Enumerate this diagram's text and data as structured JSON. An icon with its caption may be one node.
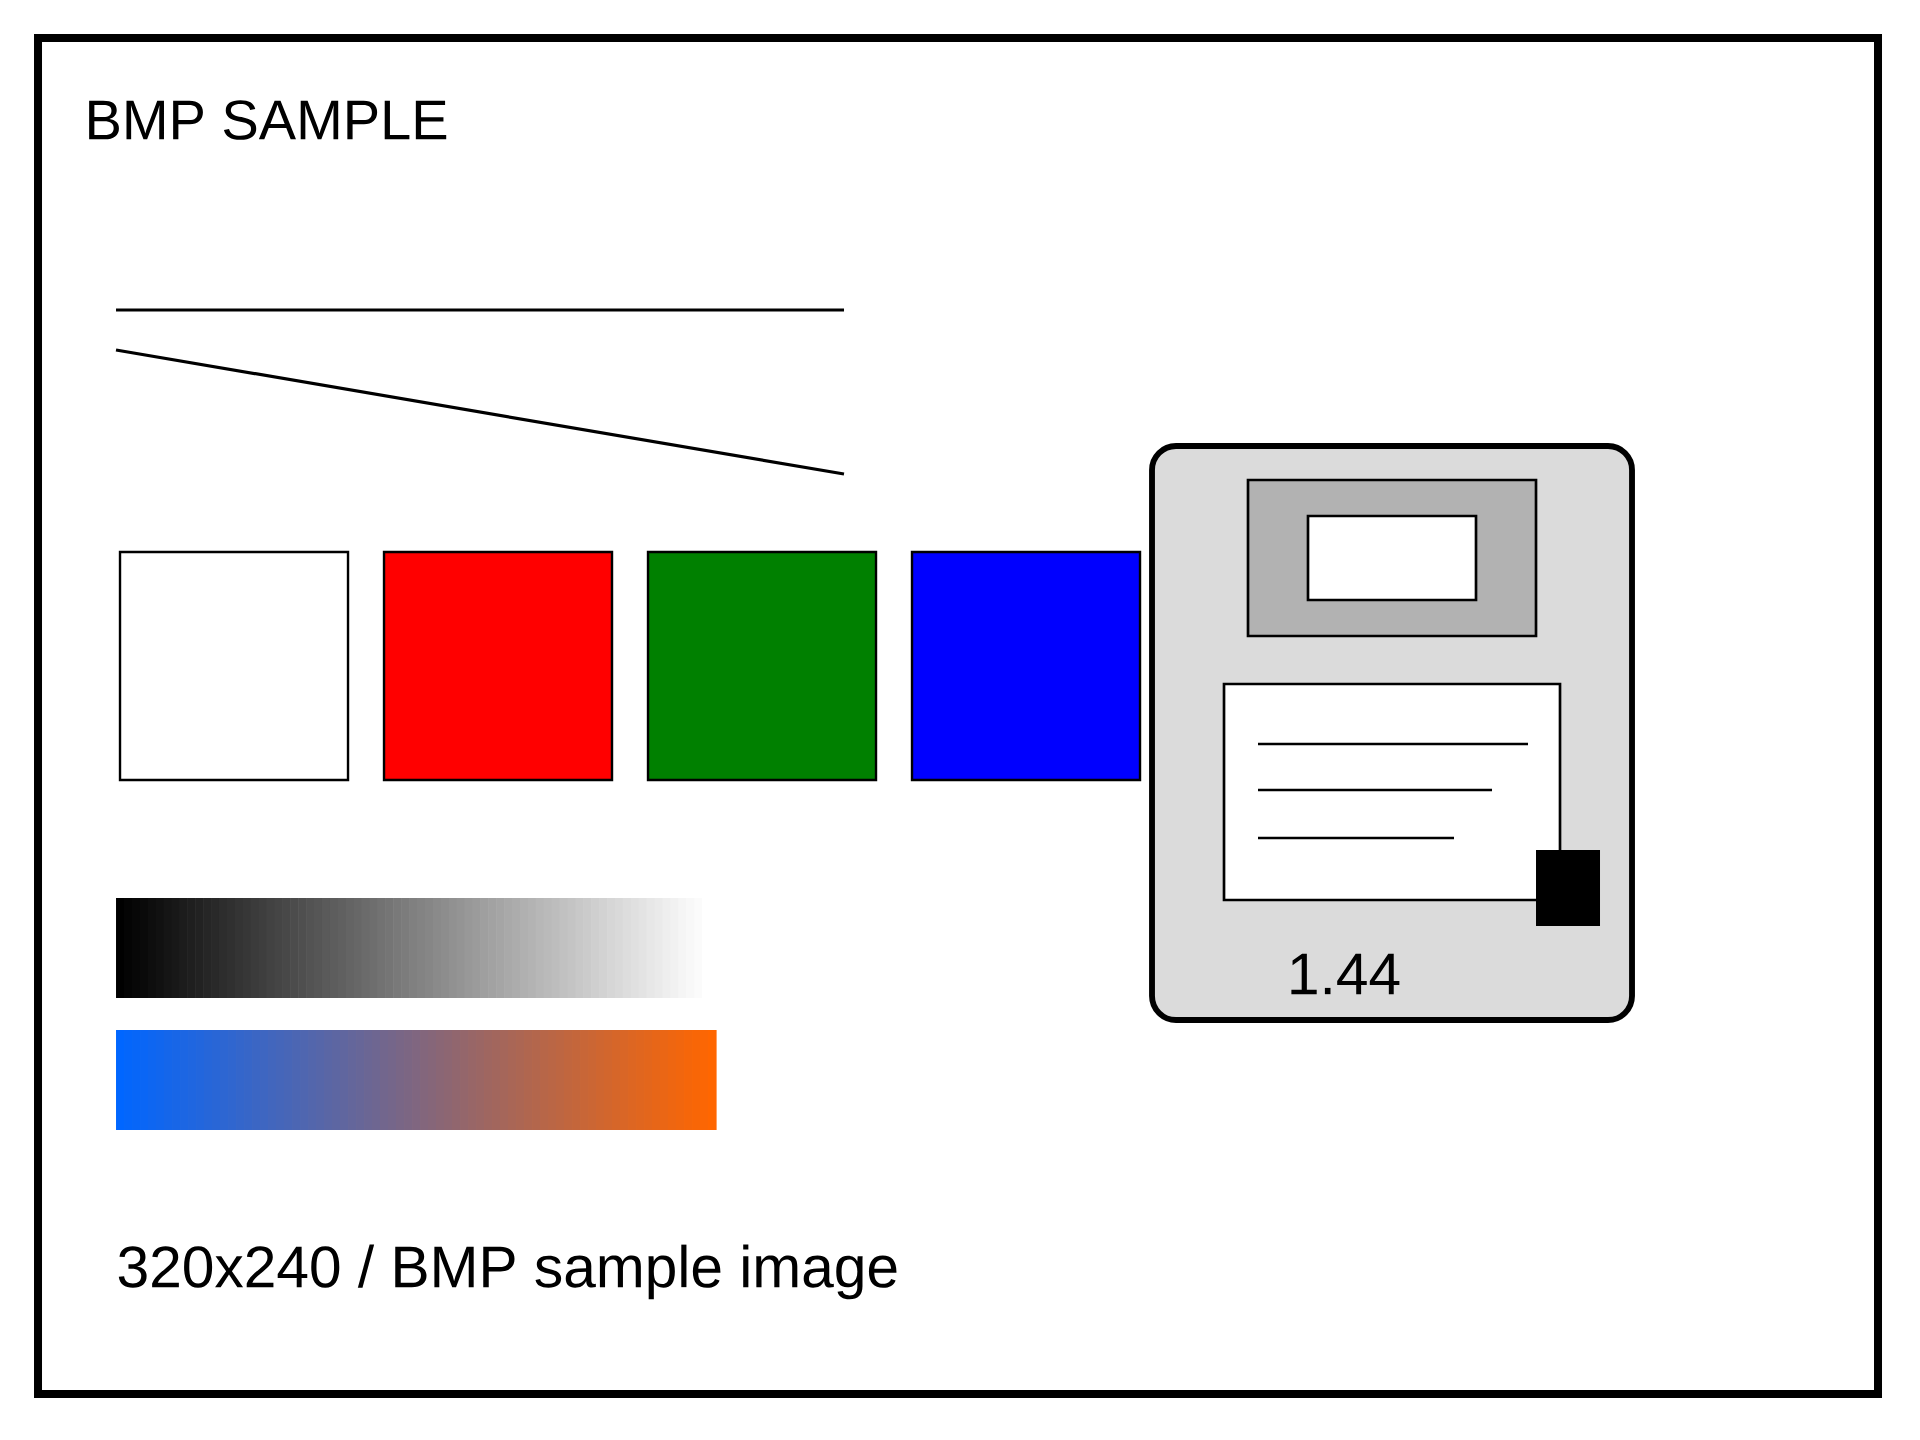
{
  "diagram": {
    "title": "BMP SAMPLE",
    "caption": "320x240 / BMP sample image",
    "labels": [
      "1.44"
    ]
  }
}
